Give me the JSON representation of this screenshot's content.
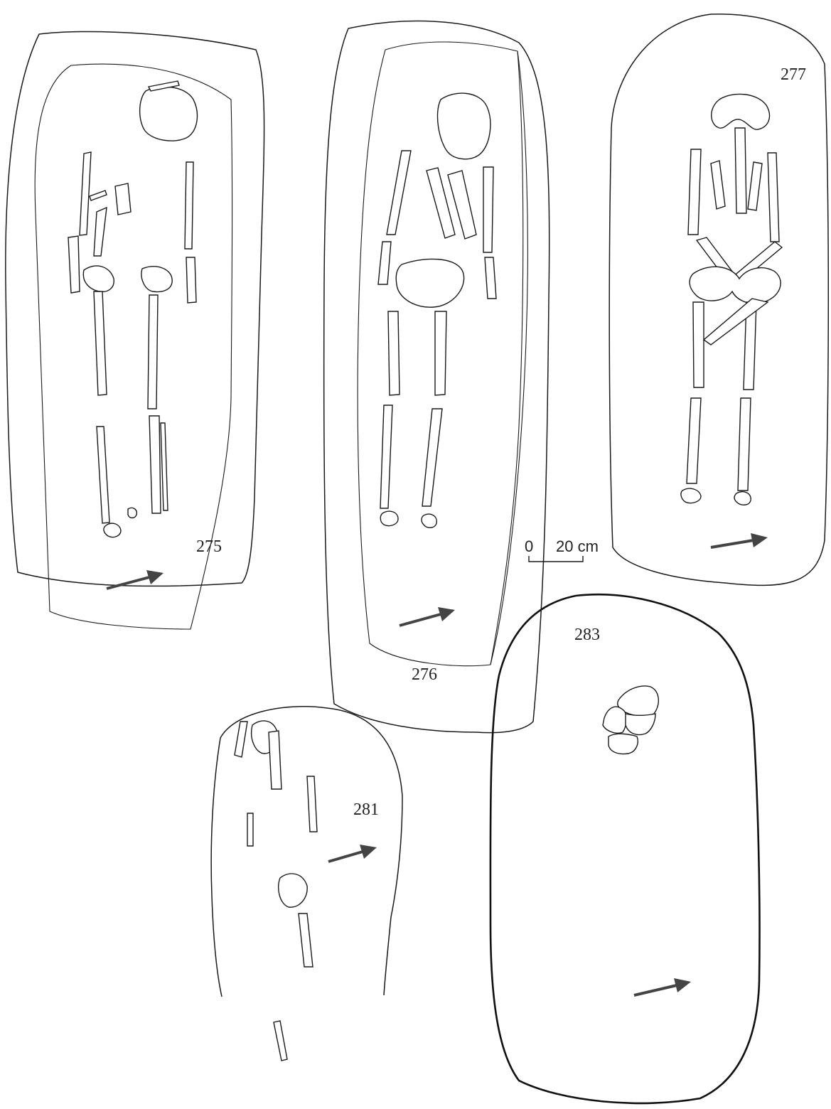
{
  "graves": [
    {
      "number": "275"
    },
    {
      "number": "276"
    },
    {
      "number": "277"
    },
    {
      "number": "281"
    },
    {
      "number": "283"
    }
  ],
  "scale_bar": {
    "start_label": "0",
    "end_label": "20 cm"
  },
  "orientation_icon": "north-arrow-icon",
  "colors": {
    "line": "#1a1a1a",
    "arrow": "#444444",
    "background": "#ffffff"
  }
}
